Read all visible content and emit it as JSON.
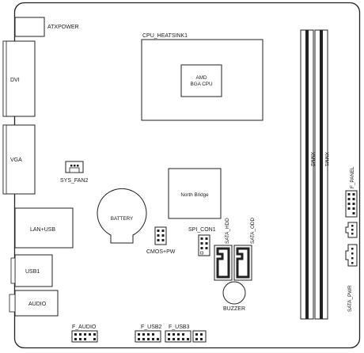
{
  "board": {
    "components": {
      "atx_power": "ATXPOWER",
      "dvi": "DVI",
      "vga": "VGA",
      "lan_usb": "LAN+USB",
      "usb1": "USB1",
      "audio": "AUDIO",
      "cpu_heatsink": "CPU_HEATSINK1",
      "cpu_chip_line1": "AMD",
      "cpu_chip_line2": "BGA CPU",
      "north_bridge": "North Bridge",
      "battery": "BATTERY",
      "sys_fan": "SYS_FAN2",
      "cmos_pw": "CMOS+PW",
      "spi_con": "SPI_CON1",
      "sata_hdd": "SATA_HDD",
      "sata_odd": "SATA_ODD",
      "buzzer": "BUZZER",
      "xmm1": "XMM1",
      "xmm2": "XMM2",
      "f_panel": "F_PANEL",
      "sata_pwr": "SATA_PWR",
      "f_audio": "F_AUDIO",
      "f_usb2": "F_USB2",
      "f_usb3": "F_USB3"
    }
  }
}
